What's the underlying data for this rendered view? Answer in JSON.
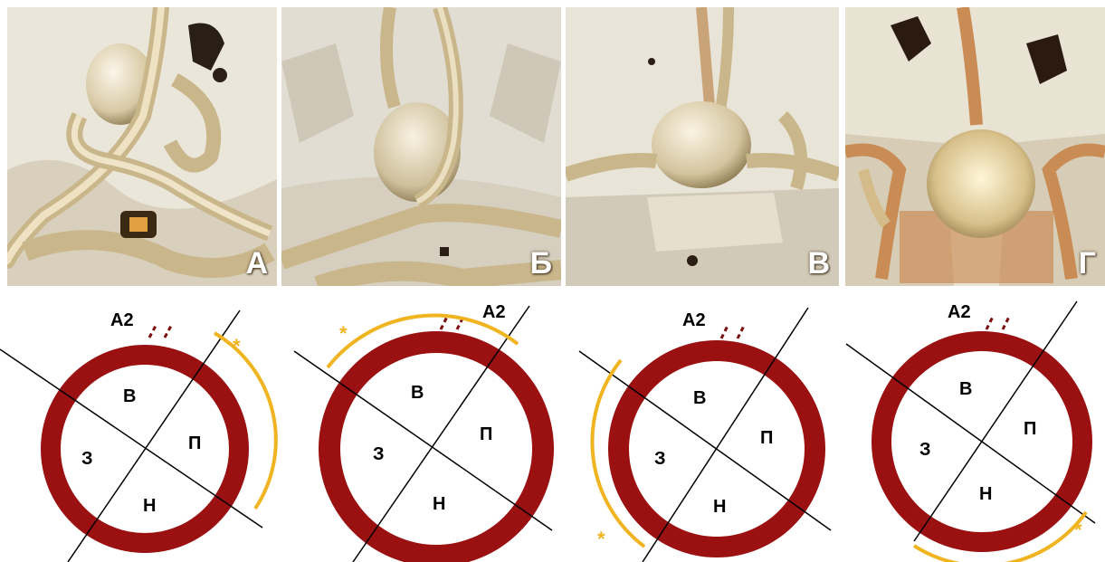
{
  "colors": {
    "ring": "#9b1010",
    "ring_dark": "#6e0a0a",
    "highlight_arc": "#f0b420",
    "vessel": "#d9cba8",
    "bone": "#ece7dc"
  },
  "photos": [
    {
      "label": "А",
      "icon": "aneurysm-3d-render-image"
    },
    {
      "label": "Б",
      "icon": "aneurysm-3d-render-image"
    },
    {
      "label": "В",
      "icon": "aneurysm-3d-render-image"
    },
    {
      "label": "Г",
      "icon": "aneurysm-3d-render-image"
    }
  ],
  "diagrams": [
    {
      "a2": "А2",
      "star": "*",
      "quadrants": {
        "top": "В",
        "right": "П",
        "left": "З",
        "bottom": "Н"
      },
      "highlight": "right"
    },
    {
      "a2": "А2",
      "star": "*",
      "quadrants": {
        "top": "В",
        "right": "П",
        "left": "З",
        "bottom": "Н"
      },
      "highlight": "top"
    },
    {
      "a2": "А2",
      "star": "*",
      "quadrants": {
        "top": "В",
        "right": "П",
        "left": "З",
        "bottom": "Н"
      },
      "highlight": "left"
    },
    {
      "a2": "А2",
      "star": "*",
      "quadrants": {
        "top": "В",
        "right": "П",
        "left": "З",
        "bottom": "Н"
      },
      "highlight": "bottom"
    }
  ]
}
